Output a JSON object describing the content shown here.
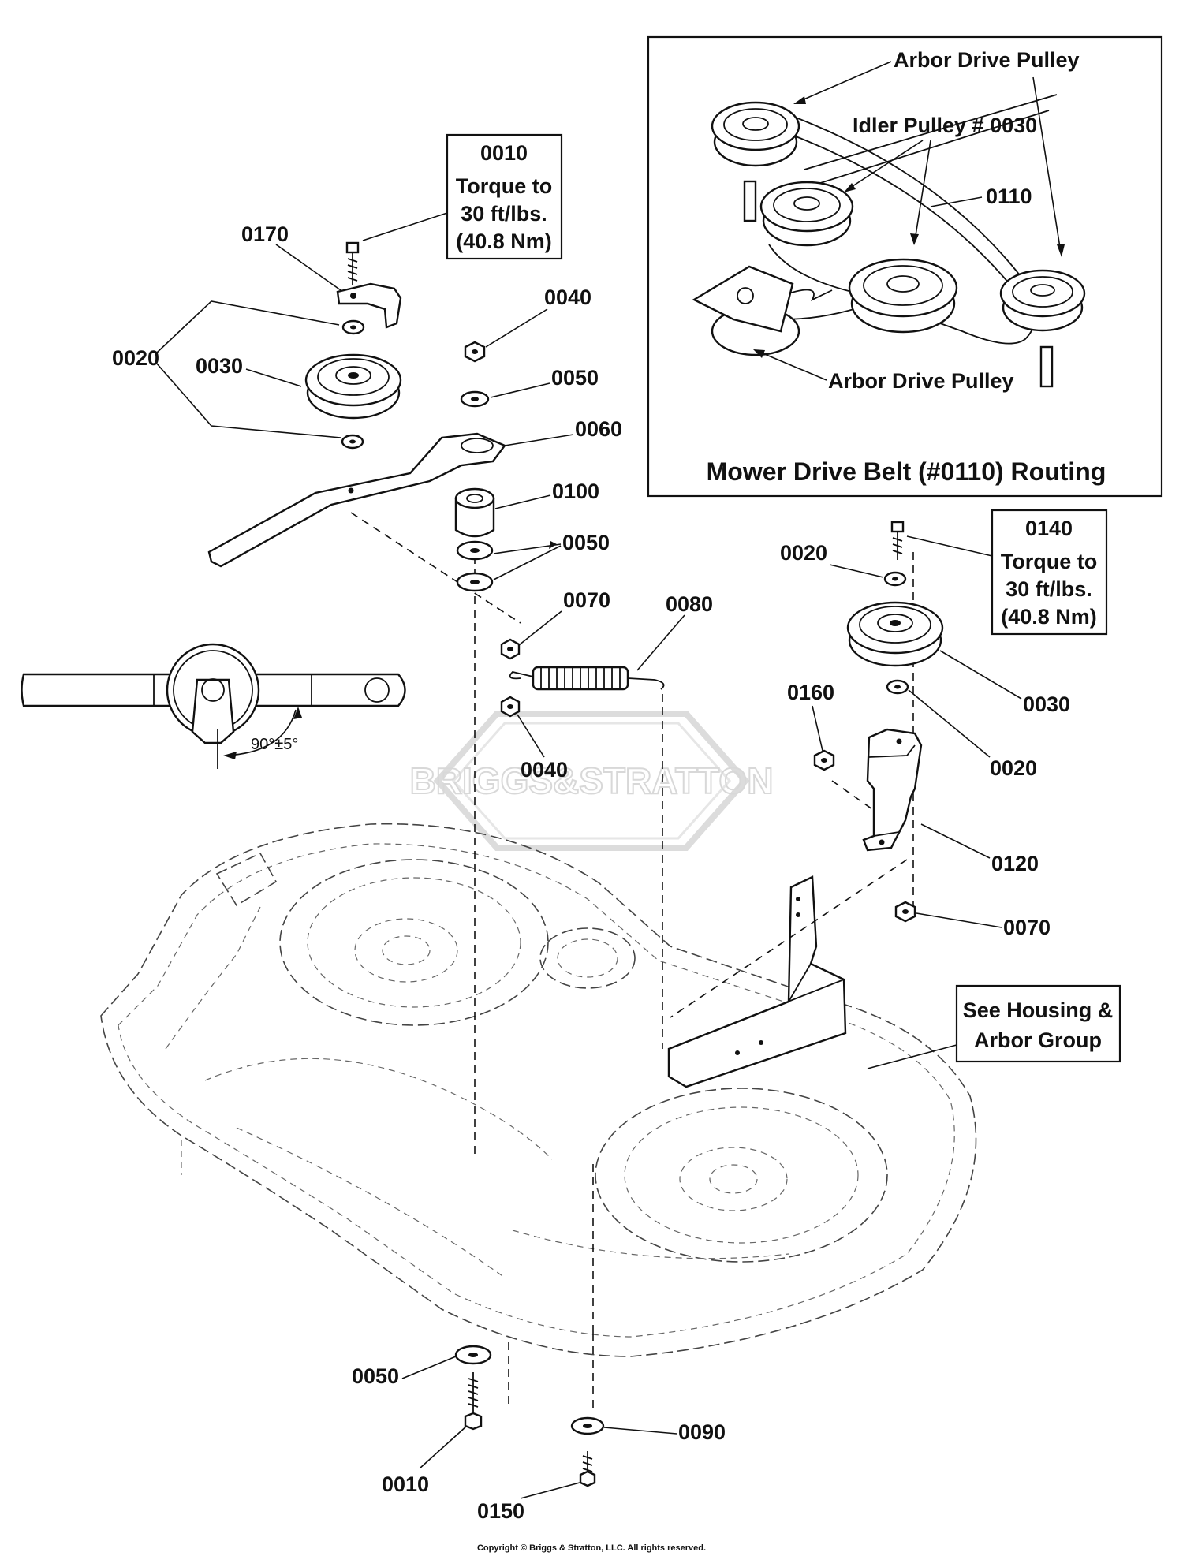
{
  "callouts": {
    "c0170": "0170",
    "c0040_top": "0040",
    "c0020_left": "0020",
    "c0030_left": "0030",
    "c0050_top": "0050",
    "c0060": "0060",
    "c0100": "0100",
    "c0050_mid": "0050",
    "c0070_left": "0070",
    "c0080": "0080",
    "c0040_mid": "0040",
    "c0020_right_top": "0020",
    "c0030_right": "0030",
    "c0160": "0160",
    "c0020_right_bot": "0020",
    "c0120": "0120",
    "c0070_right": "0070",
    "c0110": "0110",
    "c0050_bot": "0050",
    "c0010_bot": "0010",
    "c0090": "0090",
    "c0150": "0150"
  },
  "torque_box_left": {
    "part": "0010",
    "line1": "Torque to",
    "line2": "30 ft/lbs.",
    "line3": "(40.8 Nm)"
  },
  "torque_box_right": {
    "part": "0140",
    "line1": "Torque to",
    "line2": "30 ft/lbs.",
    "line3": "(40.8 Nm)"
  },
  "inset": {
    "title": "Mower Drive Belt (#0110) Routing",
    "arbor_top": "Arbor Drive Pulley",
    "idler": "Idler Pulley # 0030",
    "arbor_bottom": "Arbor Drive Pulley"
  },
  "angle_label": "90°±5°",
  "housing_note": {
    "line1": "See Housing &",
    "line2": "Arbor Group"
  },
  "watermark": "BRIGGS&STRATTON",
  "copyright": "Copyright © Briggs & Stratton, LLC. All rights reserved."
}
